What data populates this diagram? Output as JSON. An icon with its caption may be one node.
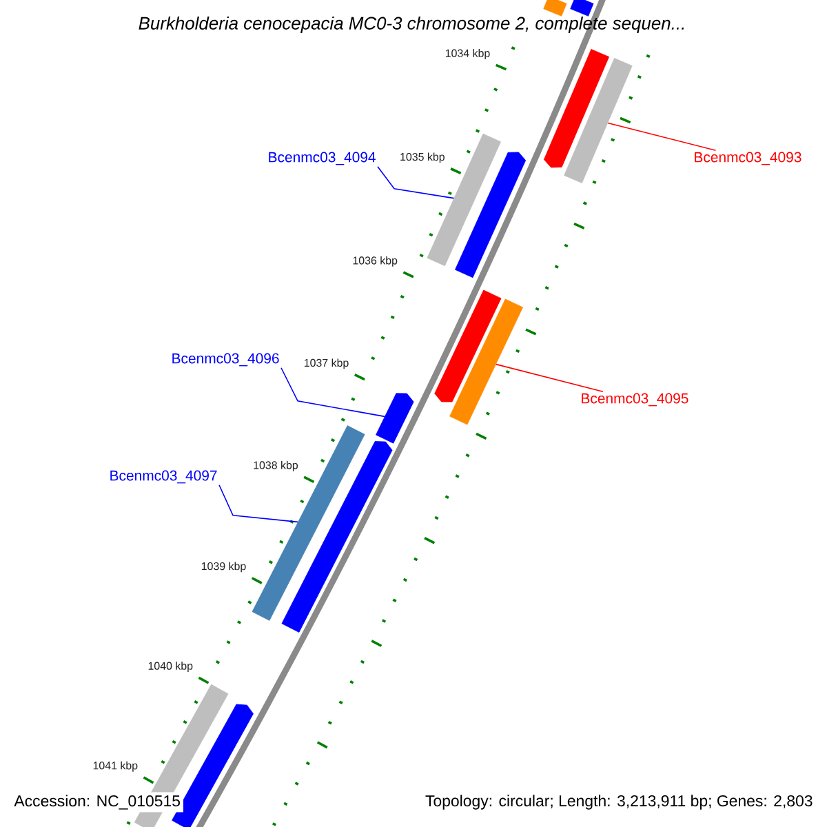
{
  "diagram": {
    "title": "Burkholderia cenocepacia MC0-3 chromosome 2, complete sequen...",
    "nodes": [
      {
        "text": [
          "Bcenmc03_4094"
        ]
      },
      {
        "text": [
          "Bcenmc03_4093"
        ]
      },
      {
        "text": [
          "Bcenmc03_4096"
        ]
      },
      {
        "text": [
          "Bcenmc03_4095"
        ]
      },
      {
        "text": [
          "Bcenmc03_4097"
        ]
      },
      {
        "text": [],
        "shape": "bar"
      },
      {
        "text": [],
        "shape": "bar"
      },
      {
        "text": [],
        "shape": "bar"
      },
      {
        "text": [],
        "shape": "bar"
      },
      {
        "text": [],
        "shape": "bar"
      },
      {
        "text": [],
        "shape": "bar"
      },
      {
        "text": [],
        "shape": "bar"
      },
      {
        "text": [],
        "shape": "bar"
      },
      {
        "text": [],
        "shape": "bar"
      },
      {
        "text": [],
        "shape": "bar"
      },
      {
        "text": [],
        "shape": "bar"
      },
      {
        "text": [],
        "shape": "bar"
      },
      {
        "text": [],
        "shape": "bar"
      }
    ],
    "edges": [
      {
        "from": 0,
        "to": 9,
        "arrow": "none"
      },
      {
        "from": 1,
        "to": 8,
        "arrow": "none",
        "color": "#ff0000"
      },
      {
        "from": 2,
        "to": 13,
        "arrow": "none"
      },
      {
        "from": 3,
        "to": 12,
        "arrow": "none",
        "color": "#ff0000"
      },
      {
        "from": 4,
        "to": 14,
        "arrow": "none"
      }
    ],
    "labels": [
      "1034 kbp",
      "1035 kbp",
      "1036 kbp",
      "1037 kbp",
      "1038 kbp",
      "1039 kbp",
      "1040 kbp",
      "1041 kbp",
      "Accession: NC_010515",
      "Topology: circular; Length: 3,213,911 bp; Genes: 2,803"
    ]
  }
}
